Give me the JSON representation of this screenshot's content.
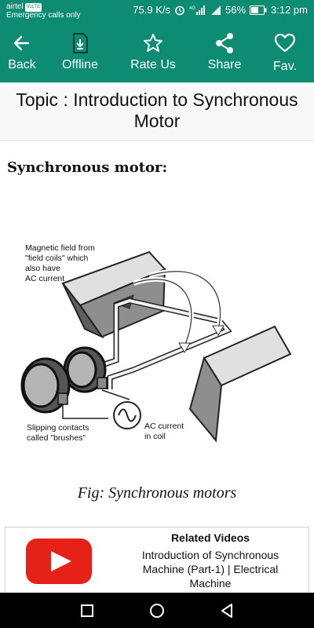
{
  "status_bar": {
    "carrier": "airtel",
    "volte": "VoLTE",
    "emergency": "Emergency calls only",
    "speed": "75.9 K/s",
    "battery": "56%",
    "time": "3:12 pm"
  },
  "toolbar": {
    "back_label": "Back",
    "offline_label": "Offline",
    "rate_label": "Rate Us",
    "share_label": "Share",
    "fav_label": "Fav."
  },
  "topic": {
    "title": "Topic : Introduction to Synchronous Motor"
  },
  "article": {
    "heading": "Synchronous motor:",
    "figure": {
      "label_magnetic_line1": "Magnetic field from",
      "label_magnetic_line2": "\"field coils\" which",
      "label_magnetic_line3": "also have",
      "label_magnetic_line4": "AC current",
      "label_slipping_line1": "Slipping contacts",
      "label_slipping_line2": "called \"brushes\"",
      "label_ac_line1": "AC current",
      "label_ac_line2": "in coil"
    },
    "caption": "Fig: Synchronous motors"
  },
  "related_videos": {
    "title": "Related Videos",
    "video_title": "Introduction of Synchronous Machine (Part-1) | Electrical Machine"
  },
  "colors": {
    "primary": "#0d8c73",
    "youtube_red": "#e62117"
  }
}
